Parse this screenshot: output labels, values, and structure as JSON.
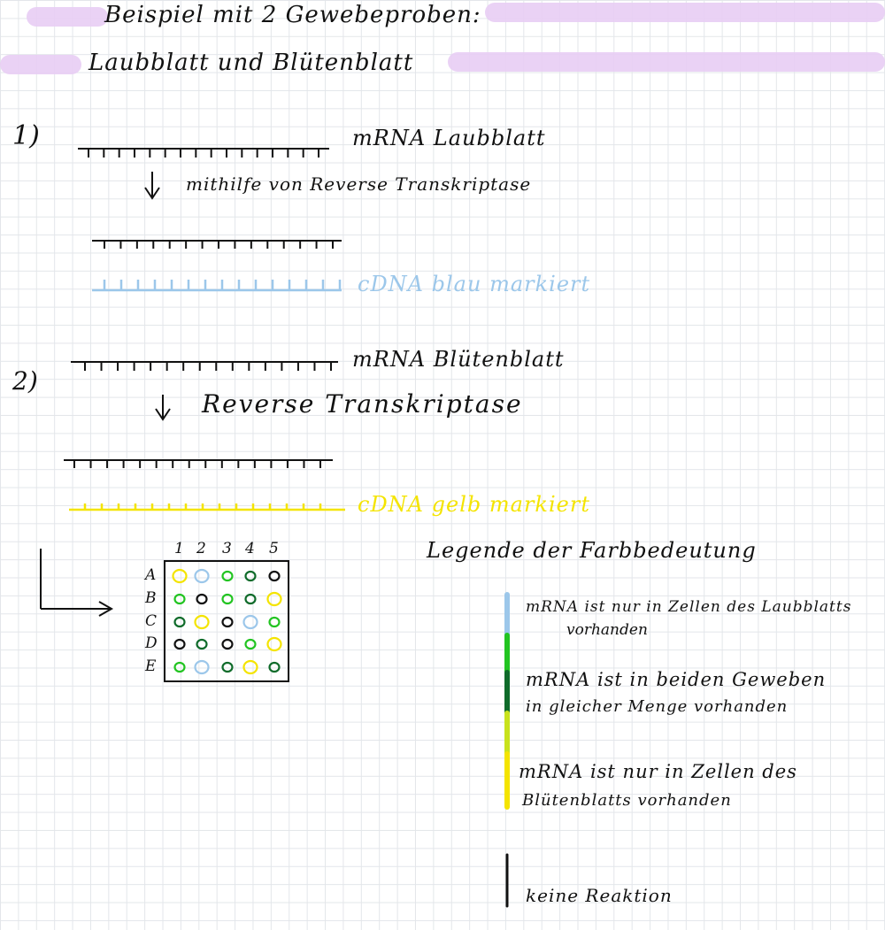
{
  "title": {
    "line1": "Beispiel mit 2 Gewebeproben:",
    "line2": "Laubblatt und Blütenblatt"
  },
  "step1": {
    "number": "1)",
    "mrna_label": "mRNA Laubblatt",
    "arrow_label": "mithilfe von Reverse Transkriptase",
    "cdna_label": "cDNA blau markiert"
  },
  "step2": {
    "number": "2)",
    "mrna_label": "mRNA Blütenblatt",
    "arrow_label": "Reverse Transkriptase",
    "cdna_label": "cDNA gelb markiert"
  },
  "microarray": {
    "columns": [
      "1",
      "2",
      "3",
      "4",
      "5"
    ],
    "rows": [
      "A",
      "B",
      "C",
      "D",
      "E"
    ],
    "spots": [
      [
        "yellow",
        "blue",
        "light-green",
        "dark-green",
        "black"
      ],
      [
        "light-green",
        "black",
        "light-green",
        "dark-green",
        "yellow"
      ],
      [
        "dark-green",
        "yellow",
        "black",
        "blue",
        "light-green"
      ],
      [
        "black",
        "dark-green",
        "black",
        "light-green",
        "yellow"
      ],
      [
        "light-green",
        "blue",
        "dark-green",
        "yellow",
        "dark-green"
      ]
    ],
    "colors": {
      "blue": "#9cc7ea",
      "yellow": "#f4e400",
      "light-green": "#22c421",
      "dark-green": "#0f6b2a",
      "black": "#111111"
    }
  },
  "legend": {
    "title": "Legende der Farbbedeutung",
    "items": [
      {
        "text_line1": "mRNA ist nur in Zellen des Laubblatts",
        "text_line2": "vorhanden"
      },
      {
        "text_line1": "mRNA ist in beiden Geweben",
        "text_line2": "in gleicher Menge vorhanden"
      },
      {
        "text_line1": "mRNA ist nur in Zellen des",
        "text_line2": "Blütenblatts vorhanden"
      },
      {
        "text_line1": "keine Reaktion",
        "text_line2": ""
      }
    ]
  }
}
